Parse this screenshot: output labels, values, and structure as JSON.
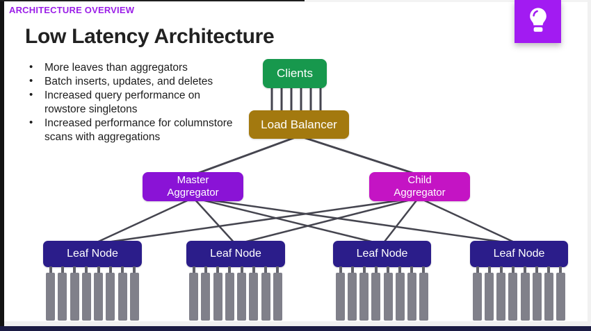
{
  "header": {
    "eyebrow": "ARCHITECTURE OVERVIEW",
    "eyebrow_color": "#9b1fe8",
    "title": "Low Latency Architecture"
  },
  "badge": {
    "icon": "lightbulb-icon",
    "background": "#a21bf2"
  },
  "bullets": [
    "More leaves than aggregators",
    "Batch inserts, updates, and deletes",
    "Increased query performance on rowstore singletons",
    "Increased performance for columnstore scans with aggregations"
  ],
  "diagram": {
    "line_color": "#45454f",
    "pin_color": "#80808a",
    "pin_stem_color": "#63636c",
    "pins_per_leaf": 8,
    "nodes": {
      "clients": {
        "label": "Clients",
        "color": "#17984d"
      },
      "load_balancer": {
        "label": "Load Balancer",
        "color": "#a3790f"
      },
      "master_aggregator": {
        "label": "Master Aggregator",
        "color": "#8a13d6"
      },
      "child_aggregator": {
        "label": "Child Aggregator",
        "color": "#c414c4"
      },
      "leaf_nodes": [
        {
          "label": "Leaf Node",
          "color": "#2b1d8a"
        },
        {
          "label": "Leaf Node",
          "color": "#2b1d8a"
        },
        {
          "label": "Leaf Node",
          "color": "#2b1d8a"
        },
        {
          "label": "Leaf Node",
          "color": "#2b1d8a"
        }
      ]
    },
    "edges": [
      {
        "from": "clients",
        "to": "load_balancer",
        "links": 6
      },
      {
        "from": "load_balancer",
        "to": "master_aggregator",
        "links": 1
      },
      {
        "from": "load_balancer",
        "to": "child_aggregator",
        "links": 1
      },
      {
        "from": "master_aggregator",
        "to": "leaf_node_1",
        "links": 1
      },
      {
        "from": "master_aggregator",
        "to": "leaf_node_2",
        "links": 1
      },
      {
        "from": "master_aggregator",
        "to": "leaf_node_3",
        "links": 1
      },
      {
        "from": "master_aggregator",
        "to": "leaf_node_4",
        "links": 1
      },
      {
        "from": "child_aggregator",
        "to": "leaf_node_1",
        "links": 1
      },
      {
        "from": "child_aggregator",
        "to": "leaf_node_2",
        "links": 1
      },
      {
        "from": "child_aggregator",
        "to": "leaf_node_3",
        "links": 1
      },
      {
        "from": "child_aggregator",
        "to": "leaf_node_4",
        "links": 1
      }
    ]
  },
  "frame": {
    "bottom_bar_color": "#1c1c44"
  }
}
